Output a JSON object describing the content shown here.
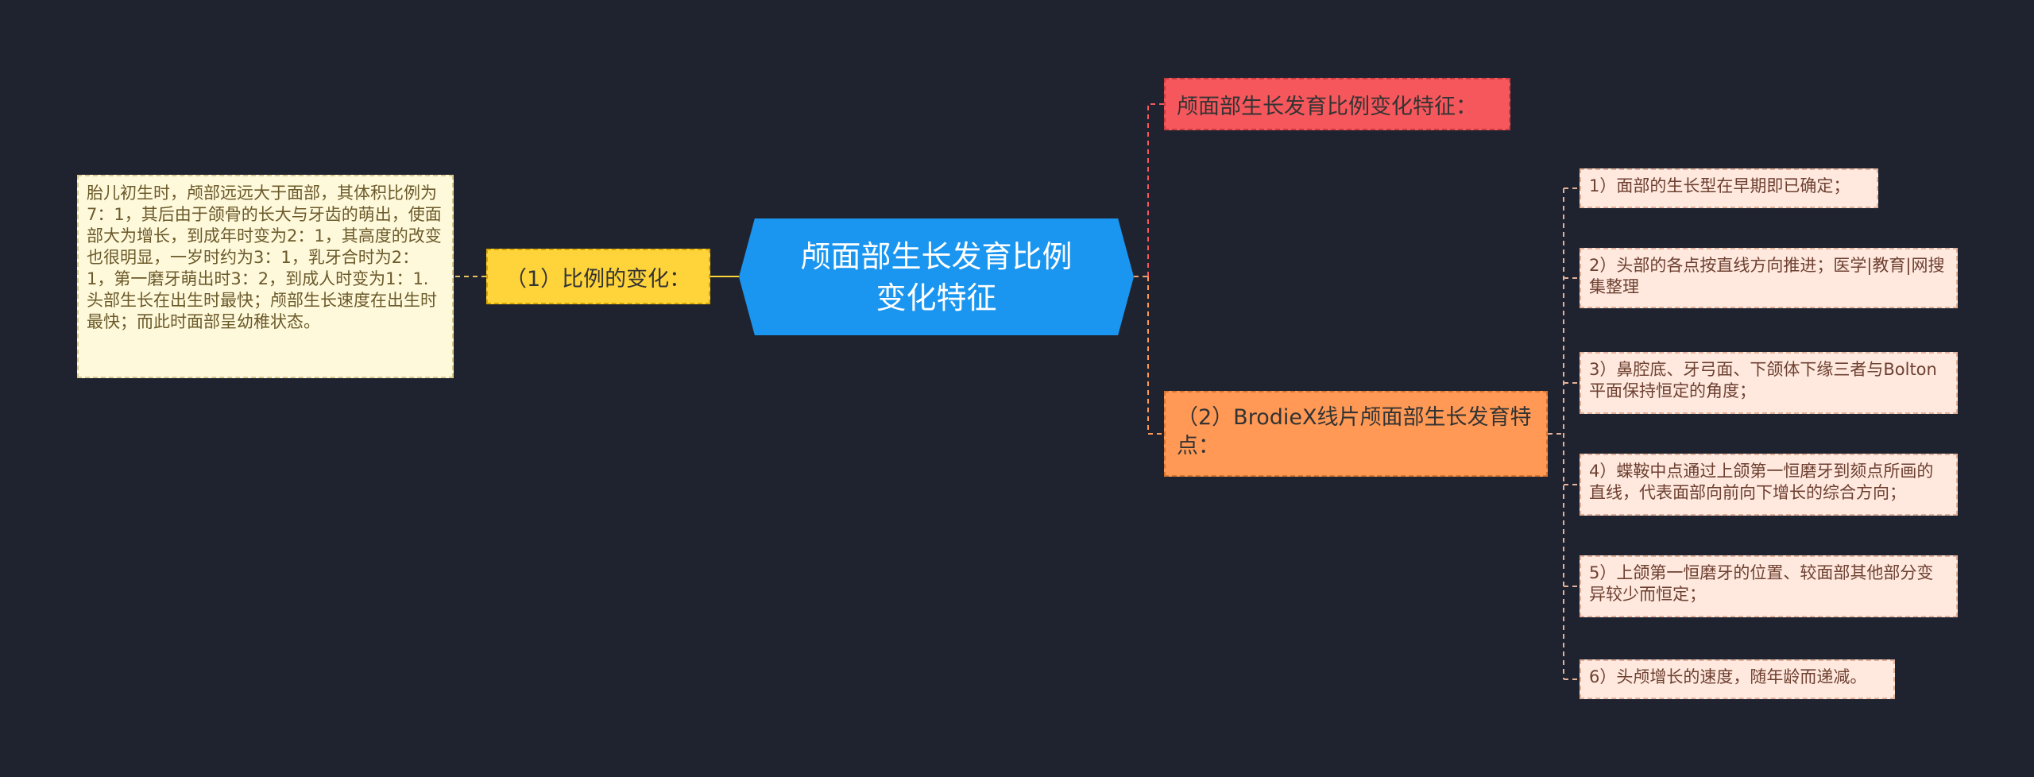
{
  "center": {
    "label": "颅面部生长发育比例变化特征"
  },
  "left_branch": {
    "label": "（1）比例的变化：",
    "detail": "胎儿初生时，颅部远远大于面部，其体积比例为7：1，其后由于颌骨的长大与牙齿的萌出，使面部大为增长，到成年时变为2：1，其高度的改变也很明显，一岁时约为3：1，乳牙合时为2：1，第一磨牙萌出时3：2，到成人时变为1：1.头部生长在出生时最快；颅部生长速度在出生时最快；而此时面部呈幼稚状态。"
  },
  "right_top": {
    "label": "颅面部生长发育比例变化特征："
  },
  "right_bottom": {
    "label": "（2）BrodieX线片颅面部生长发育特点：",
    "items": [
      "1）面部的生长型在早期即已确定；",
      "2）头部的各点按直线方向推进；医学|教育|网搜集整理",
      "3）鼻腔底、牙弓面、下颌体下缘三者与Bolton平面保持恒定的角度；",
      "4）蝶鞍中点通过上颌第一恒磨牙到颏点所画的直线，代表面部向前向下增长的综合方向；",
      "5）上颌第一恒磨牙的位置、较面部其他部分变异较少而恒定；",
      "6）头颅增长的速度，随年龄而递减。"
    ]
  },
  "colors": {
    "background": "#1f2330",
    "center": "#1a96f0",
    "left_branch": "#ffd43b",
    "red_branch": "#f6575c",
    "orange_branch": "#ff9955",
    "leaf": "#ffe9df"
  }
}
